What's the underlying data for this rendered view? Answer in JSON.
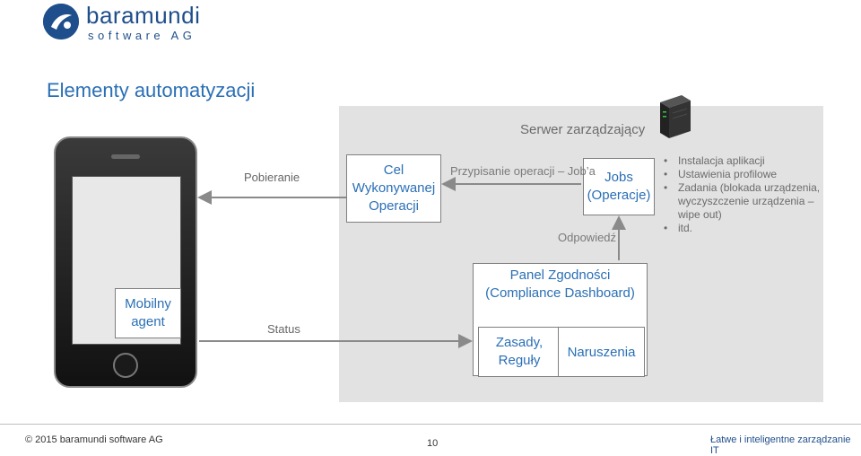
{
  "logo": {
    "name": "baramundi",
    "sub": "software AG"
  },
  "slide": {
    "title": "Elementy automatyzacji"
  },
  "server": {
    "label": "Serwer zarządzający"
  },
  "boxes": {
    "cel": "Cel Wykonywanej Operacji",
    "jobs": "Jobs (Operacje)",
    "panel": "Panel Zgodności (Compliance Dashboard)",
    "zasady": "Zasady, Reguły",
    "naruszenia": "Naruszenia",
    "mobile": "Mobilny agent"
  },
  "labels": {
    "pobieranie": "Pobieranie",
    "status": "Status",
    "przypisanie": "Przypisanie operacji – Job’a",
    "odpowiedz": "Odpowiedź"
  },
  "bullets": [
    "Instalacja aplikacji",
    "Ustawienia profilowe",
    "Zadania (blokada urządzenia, wyczyszczenie urządzenia – wipe out)",
    "itd."
  ],
  "footer": {
    "copyright": "© 2015 baramundi software AG",
    "page": "10",
    "tagline": "Łatwe i inteligentne zarządzanie IT"
  },
  "colors": {
    "accent": "#2a6fb5",
    "brand": "#1f4e8c",
    "server_bg": "#e2e2e2",
    "arrow": "#8a8a8a"
  },
  "icons": [
    "server-icon",
    "smartphone-icon",
    "baramundi-logo-icon"
  ]
}
